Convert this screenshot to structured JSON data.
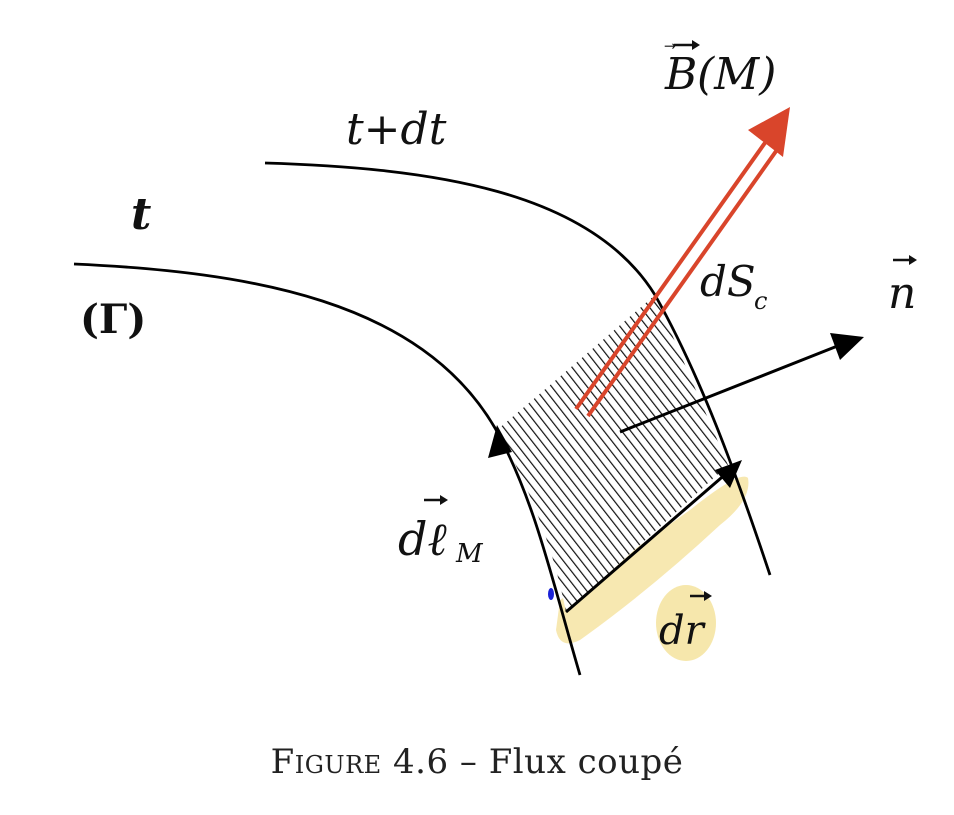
{
  "labels": {
    "t": "t",
    "t_plus_dt": "t+dt",
    "gamma": "(Γ)",
    "B": "B",
    "B_arg": "(M)",
    "dS": "dS",
    "dS_sub": "c",
    "n": "n",
    "dl": "dℓ",
    "dl_sub": "M",
    "dr": "dr"
  },
  "caption": {
    "figure_word": "Figure",
    "number": "4.6",
    "separator": "–",
    "title": "Flux coupé"
  },
  "colors": {
    "curves": "#000000",
    "hatch": "#111111",
    "field_arrow": "#d9452b",
    "highlight": "#f6e6a8"
  }
}
